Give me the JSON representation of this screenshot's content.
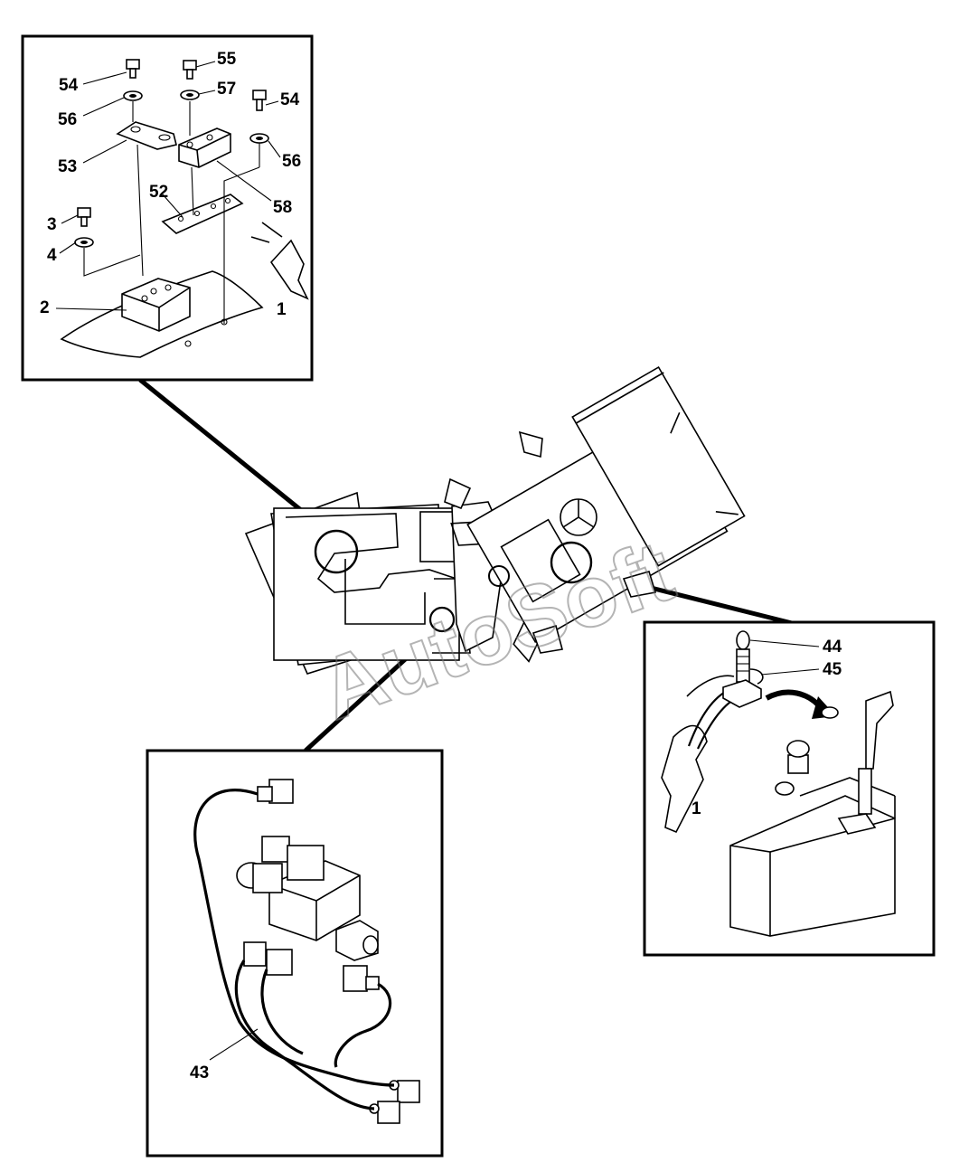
{
  "diagram": {
    "watermark": "AutoSoft",
    "callouts": {
      "top_left": [
        "54",
        "55",
        "57",
        "54",
        "56",
        "53",
        "56",
        "58",
        "52",
        "3",
        "4",
        "2",
        "1"
      ],
      "right": [
        "44",
        "45",
        "1"
      ],
      "bottom": [
        "43"
      ]
    }
  }
}
